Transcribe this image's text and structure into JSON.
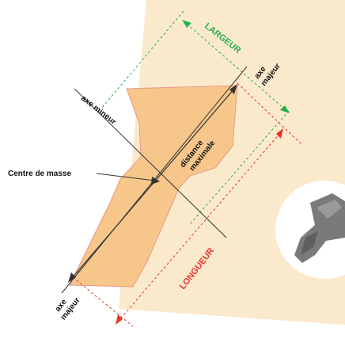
{
  "labels": {
    "largeur": "LARGEUR",
    "longueur": "LONGUEUR",
    "axe_majeur_top_line1": "axe",
    "axe_majeur_top_line2": "majeur",
    "axe_majeur_bottom_line1": "axe",
    "axe_majeur_bottom_line2": "majeur",
    "axe_mineur": "axe mineur",
    "centre_de_masse": "Centre de masse",
    "distance_line1": "distance",
    "distance_line2": "maximale"
  },
  "colors": {
    "largeur": "#22b14c",
    "longueur": "#e8322a",
    "beam": "#fbe7c6",
    "shape_fill": "#f6c68a",
    "shape_stroke": "#e89a8a",
    "lines": "#333333"
  }
}
